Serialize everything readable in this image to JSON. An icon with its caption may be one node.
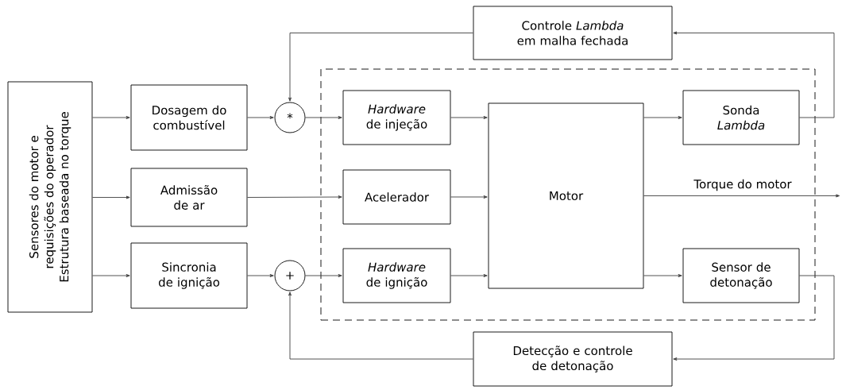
{
  "diagram": {
    "nodes": [
      {
        "text": [
          "Sensores do motor e requisições do operador",
          "Estrutura baseada no torque"
        ]
      },
      {
        "text": [
          "Dosagem do combustível"
        ]
      },
      {
        "text": [
          "Admissão de ar"
        ]
      },
      {
        "text": [
          "Sincronia de ignição"
        ]
      },
      {
        "text": [
          "*"
        ]
      },
      {
        "text": [
          "+"
        ]
      },
      {
        "text": [],
        "shape": "box"
      },
      {
        "text": [
          "*Hardware* de injeção"
        ],
        "in": 6
      },
      {
        "text": [
          "Acelerador"
        ],
        "in": 6
      },
      {
        "text": [
          "*Hardware* de ignição"
        ],
        "in": 6
      },
      {
        "text": [
          "Motor"
        ],
        "in": 6
      },
      {
        "text": [
          "Sonda *Lambda*"
        ],
        "in": 6
      },
      {
        "text": [
          "Sensor de detonação"
        ],
        "in": 6
      },
      {
        "text": [
          "Controle *Lambda* em malha fechada"
        ]
      },
      {
        "text": [
          "Detecção e controle de detonação"
        ]
      }
    ],
    "edges": [
      {
        "from": 0,
        "to": 1,
        "arrow": "to"
      },
      {
        "from": 0,
        "to": 2,
        "arrow": "to"
      },
      {
        "from": 0,
        "to": 3,
        "arrow": "to"
      },
      {
        "from": 1,
        "to": 4,
        "arrow": "to"
      },
      {
        "from": 3,
        "to": 5,
        "arrow": "to"
      },
      {
        "from": 4,
        "to": 7,
        "arrow": "to"
      },
      {
        "from": 2,
        "to": 8,
        "arrow": "to"
      },
      {
        "from": 5,
        "to": 9,
        "arrow": "to"
      },
      {
        "from": 7,
        "to": 10,
        "arrow": "to"
      },
      {
        "from": 8,
        "to": 10,
        "arrow": "to"
      },
      {
        "from": 9,
        "to": 10,
        "arrow": "to"
      },
      {
        "from": 10,
        "to": 11,
        "arrow": "to"
      },
      {
        "from": 10,
        "to": 12,
        "arrow": "to"
      },
      {
        "from": 10,
        "to": null,
        "arrow": "to",
        "label": "Torque do motor"
      },
      {
        "from": 11,
        "to": 13,
        "arrow": "to"
      },
      {
        "from": 13,
        "to": 4,
        "arrow": "to"
      },
      {
        "from": 12,
        "to": 14,
        "arrow": "to"
      },
      {
        "from": 14,
        "to": 5,
        "arrow": "to"
      }
    ]
  }
}
